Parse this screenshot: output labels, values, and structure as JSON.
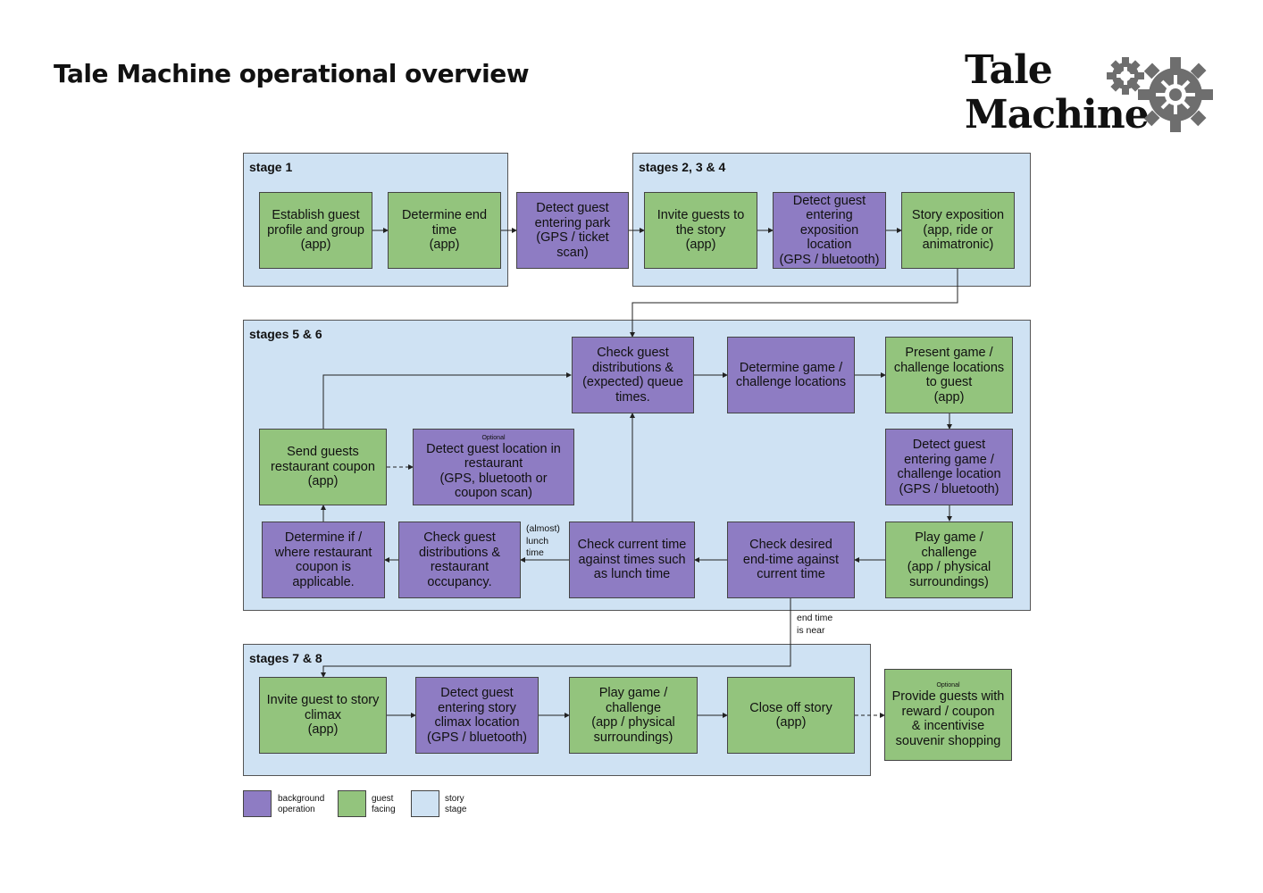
{
  "title": "Tale Machine operational overview",
  "logo": {
    "line1": "Tale",
    "line2": "Machine",
    "icon": "gears-icon"
  },
  "colors": {
    "guest_facing": "#93c47d",
    "background_operation": "#8e7cc3",
    "story_stage": "#cfe2f3"
  },
  "stages": {
    "s1": "stage 1",
    "s234": "stages 2, 3 & 4",
    "s56": "stages 5 & 6",
    "s78": "stages 7 & 8"
  },
  "boxes": {
    "establish_profile": "Establish guest\nprofile and group\n(app)",
    "determine_end": "Determine end\ntime\n(app)",
    "detect_park": "Detect guest\nentering park\n(GPS / ticket\nscan)",
    "invite_story": "Invite guests to\nthe story\n(app)",
    "detect_exposition": "Detect guest\nentering\nexposition\nlocation\n(GPS / bluetooth)",
    "story_exposition": "Story exposition\n(app, ride or\nanimatronic)",
    "check_distributions": "Check guest\ndistributions &\n(expected) queue\ntimes.",
    "determine_game_locations": "Determine game /\nchallenge locations",
    "present_game_locations": "Present game /\nchallenge locations\nto guest\n(app)",
    "send_coupon": "Send guests\nrestaurant coupon\n(app)",
    "detect_restaurant_optional": "Optional",
    "detect_restaurant": "Detect guest location in\nrestaurant\n(GPS, bluetooth or\ncoupon scan)",
    "detect_game_location": "Detect guest\nentering game /\nchallenge location\n(GPS / bluetooth)",
    "determine_restaurant": "Determine if /\nwhere restaurant\ncoupon is\napplicable.",
    "check_occupancy": "Check guest\ndistributions &\nrestaurant\noccupancy.",
    "check_current_time": "Check current time\nagainst times such\nas lunch time",
    "check_end_time": "Check desired\nend-time against\ncurrent time",
    "play_game": "Play game /\nchallenge\n(app / physical\nsurroundings)",
    "invite_climax": "Invite guest to story\nclimax\n(app)",
    "detect_climax": "Detect guest\nentering story\nclimax location\n(GPS / bluetooth)",
    "play_game_2": "Play game /\nchallenge\n(app / physical\nsurroundings)",
    "close_story": "Close off story\n(app)",
    "reward_optional": "Optional",
    "reward": "Provide guests with\nreward / coupon\n& incentivise\nsouvenir shopping"
  },
  "notes": {
    "lunch": "(almost)\nlunch\ntime",
    "end_near": "end time\nis near"
  },
  "legend": {
    "background": "background\noperation",
    "guest": "guest\nfacing",
    "story": "story\nstage"
  }
}
